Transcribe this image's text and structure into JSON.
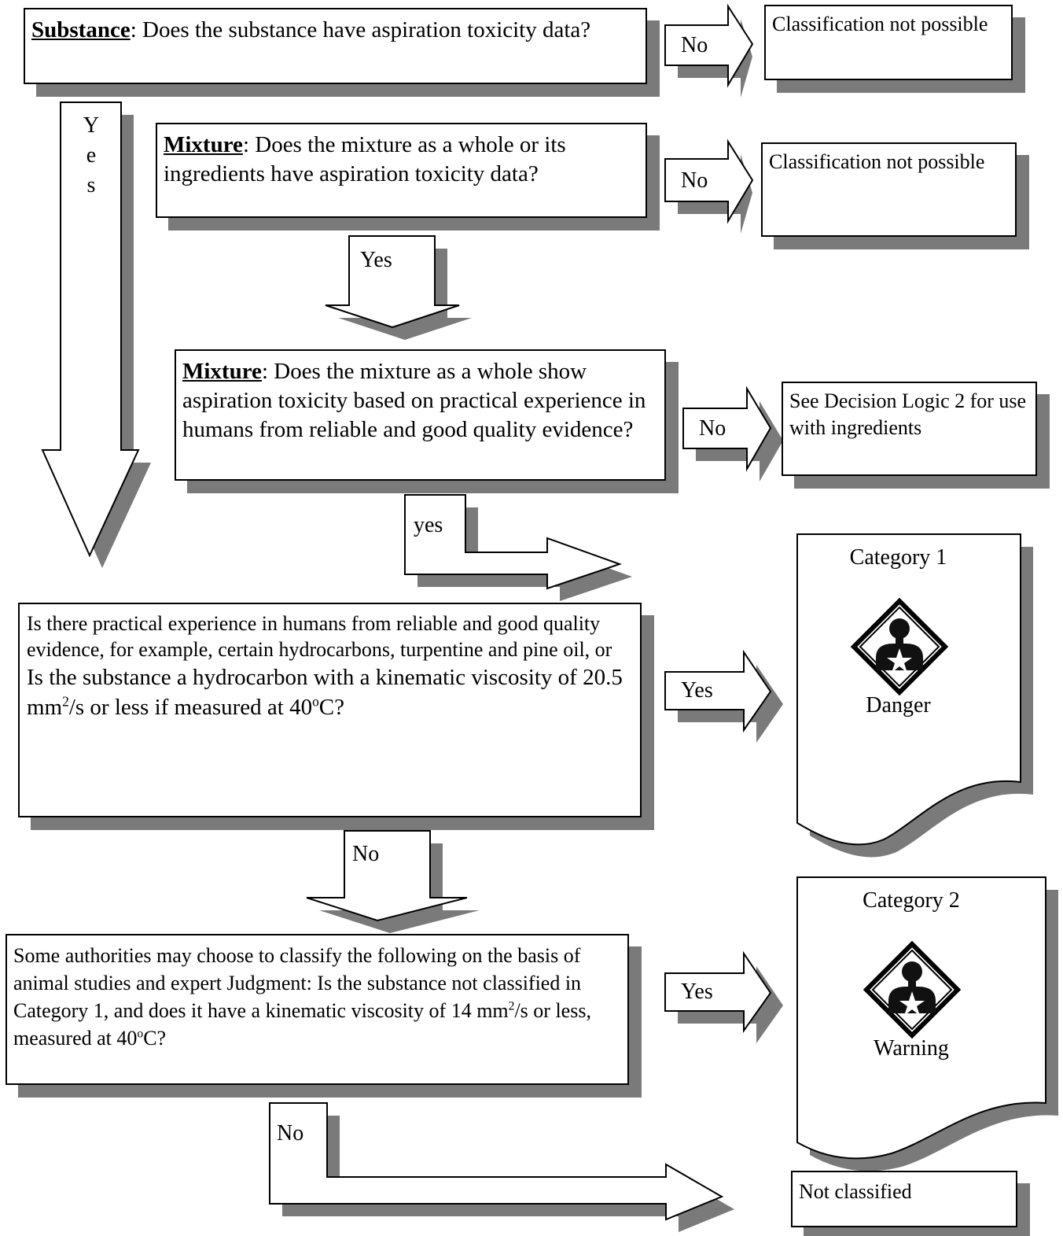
{
  "q_substance": {
    "keyword": "Substance",
    "text": ": Does the substance have aspiration toxicity data?"
  },
  "q_mixture_data": {
    "keyword": "Mixture",
    "text": ":  Does the mixture as a whole or its ingredients have aspiration toxicity data?"
  },
  "q_mixture_practical": {
    "keyword": "Mixture",
    "text": ":  Does the mixture as a whole show aspiration toxicity based on practical experience in humans from reliable and good quality evidence?"
  },
  "q_category1": {
    "line1": "Is there practical experience in humans from reliable and good quality evidence, for example, certain hydrocarbons, turpentine and pine oil, or",
    "line2_a": "Is the substance a hydrocarbon with a kinematic viscosity of 20.5 mm",
    "line2_sup1": "2",
    "line2_b": "/s or less if measured at 40",
    "line2_sup2": "o",
    "line2_c": "C?"
  },
  "q_category2": {
    "a": "Some authorities may choose to classify the following on the basis of animal studies and expert Judgment: Is the substance not classified in Category 1, and does it have a kinematic viscosity of 14 mm",
    "sup1": "2",
    "b": "/s or less, measured at 40",
    "sup2": "o",
    "c": "C?"
  },
  "outcomes": {
    "not_possible_1": "Classification not possible",
    "not_possible_2": "Classification not possible",
    "decision_logic_2": "See Decision Logic 2 for use with ingredients",
    "not_classified": "Not classified"
  },
  "category1": {
    "title": "Category 1",
    "signal_word": "Danger",
    "pictogram": "health-hazard-icon"
  },
  "category2": {
    "title": "Category 2",
    "signal_word": "Warning",
    "pictogram": "health-hazard-icon"
  },
  "arrow_labels": {
    "no_1": "No",
    "no_2": "No",
    "no_3": "No",
    "yes_vertical": [
      "Y",
      "e",
      "s"
    ],
    "yes_mixture": "Yes",
    "yes_practical": "yes",
    "yes_cat1": "Yes",
    "no_cat1": "No",
    "yes_cat2": "Yes",
    "no_cat2": "No"
  },
  "colors": {
    "shadow": "#7a7a7a",
    "line": "#000000"
  }
}
